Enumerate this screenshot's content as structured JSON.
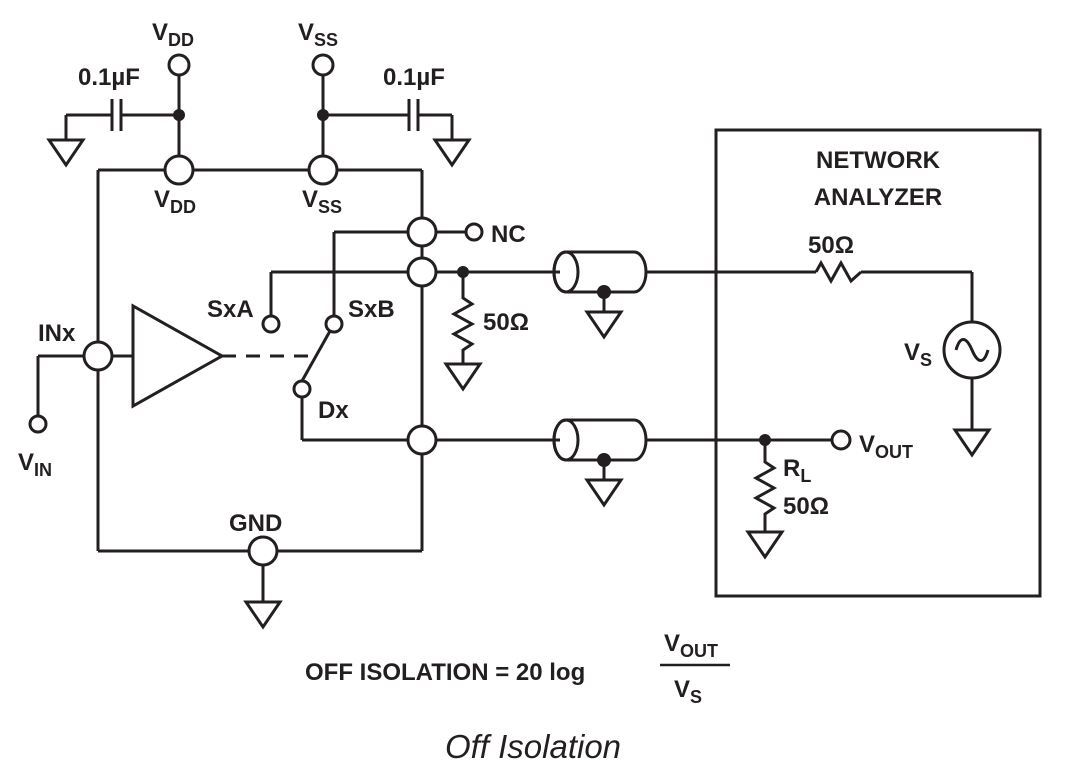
{
  "labels": {
    "vdd_top": "V",
    "vdd_top_sub": "DD",
    "vss_top": "V",
    "vss_top_sub": "SS",
    "cap_left": "0.1µF",
    "cap_right": "0.1µF",
    "vdd_pin": "V",
    "vdd_pin_sub": "DD",
    "vss_pin": "V",
    "vss_pin_sub": "SS",
    "nc": "NC",
    "sxa": "SxA",
    "sxb": "SxB",
    "inx": "INx",
    "dx": "Dx",
    "vin": "V",
    "vin_sub": "IN",
    "gnd": "GND",
    "r_term": "50Ω",
    "analyzer_line1": "NETWORK",
    "analyzer_line2": "ANALYZER",
    "r_source": "50Ω",
    "vs": "V",
    "vs_sub": "S",
    "vout": "V",
    "vout_sub": "OUT",
    "rl": "R",
    "rl_sub": "L",
    "rl_value": "50Ω"
  },
  "formula": {
    "lhs": "OFF ISOLATION = 20 log",
    "num": "V",
    "num_sub": "OUT",
    "den": "V",
    "den_sub": "S"
  },
  "caption": "Off Isolation"
}
